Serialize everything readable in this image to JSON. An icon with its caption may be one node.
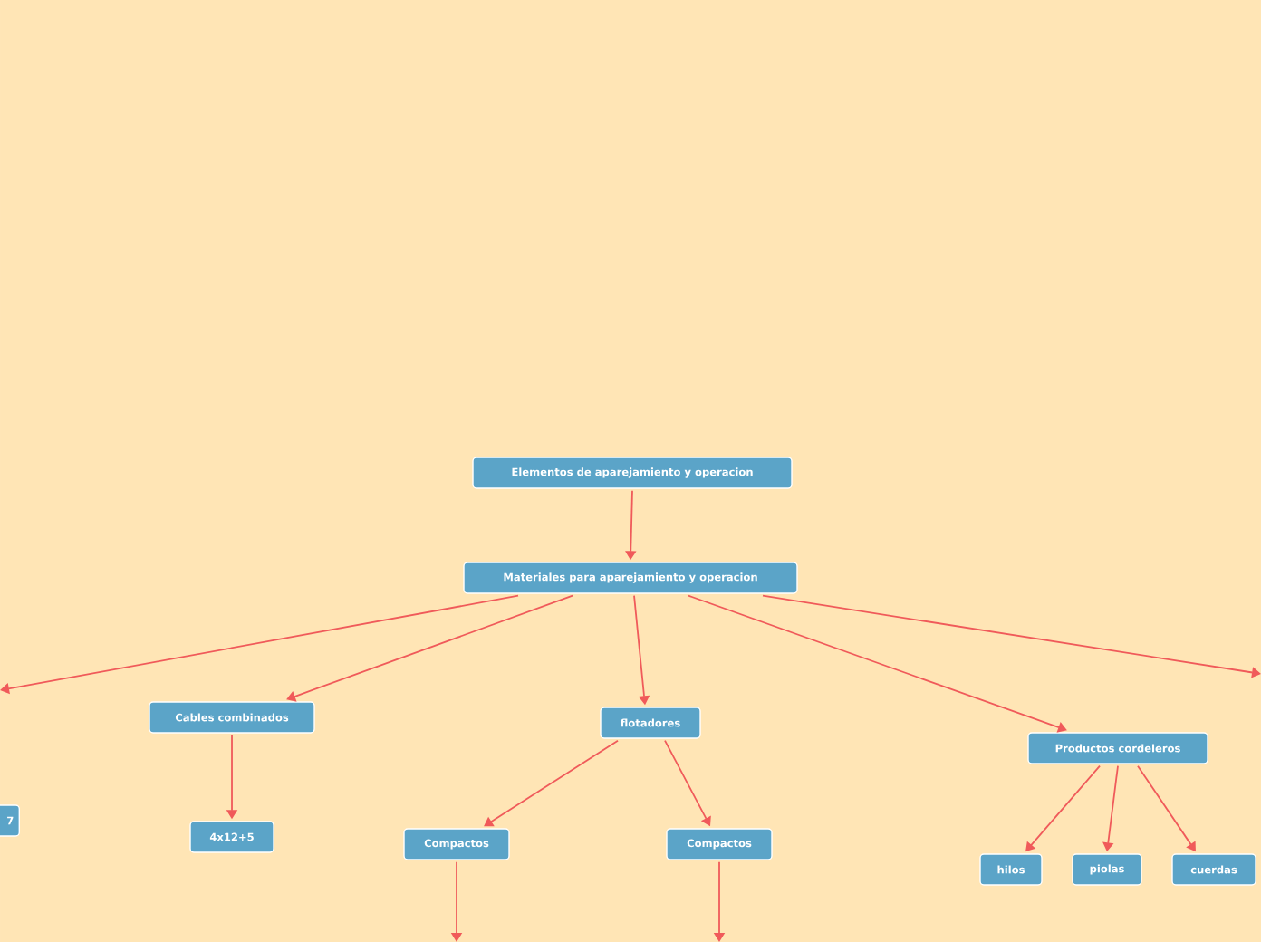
{
  "diagram": {
    "nodes": [
      {
        "text": [
          "Elementos de aparejamiento y operacion"
        ]
      },
      {
        "text": [
          "Materiales para aparejamiento y operacion"
        ]
      },
      {
        "text": [
          "Cables combinados"
        ]
      },
      {
        "text": [
          "4x12+5"
        ]
      },
      {
        "text": [
          "flotadores"
        ]
      },
      {
        "text": [
          "Compactos"
        ]
      },
      {
        "text": [
          "Compactos"
        ]
      },
      {
        "text": [
          "Productos cordeleros"
        ]
      },
      {
        "text": [
          "hilos"
        ]
      },
      {
        "text": [
          "piolas"
        ]
      },
      {
        "text": [
          "cuerdas"
        ]
      },
      {
        "text": [
          "7"
        ]
      }
    ],
    "edges": [
      {
        "from": 0,
        "to": 1,
        "arrow": "to"
      },
      {
        "from": 1,
        "to": null,
        "arrow": "to"
      },
      {
        "from": 1,
        "to": 2,
        "arrow": "to"
      },
      {
        "from": 1,
        "to": 4,
        "arrow": "to"
      },
      {
        "from": 1,
        "to": 7,
        "arrow": "to"
      },
      {
        "from": 1,
        "to": null,
        "arrow": "to"
      },
      {
        "from": 2,
        "to": 3,
        "arrow": "to"
      },
      {
        "from": 4,
        "to": 5,
        "arrow": "to"
      },
      {
        "from": 4,
        "to": 6,
        "arrow": "to"
      },
      {
        "from": 5,
        "to": null,
        "arrow": "to"
      },
      {
        "from": 6,
        "to": null,
        "arrow": "to"
      },
      {
        "from": 7,
        "to": 8,
        "arrow": "to"
      },
      {
        "from": 7,
        "to": 9,
        "arrow": "to"
      },
      {
        "from": 7,
        "to": 10,
        "arrow": "to"
      }
    ]
  }
}
